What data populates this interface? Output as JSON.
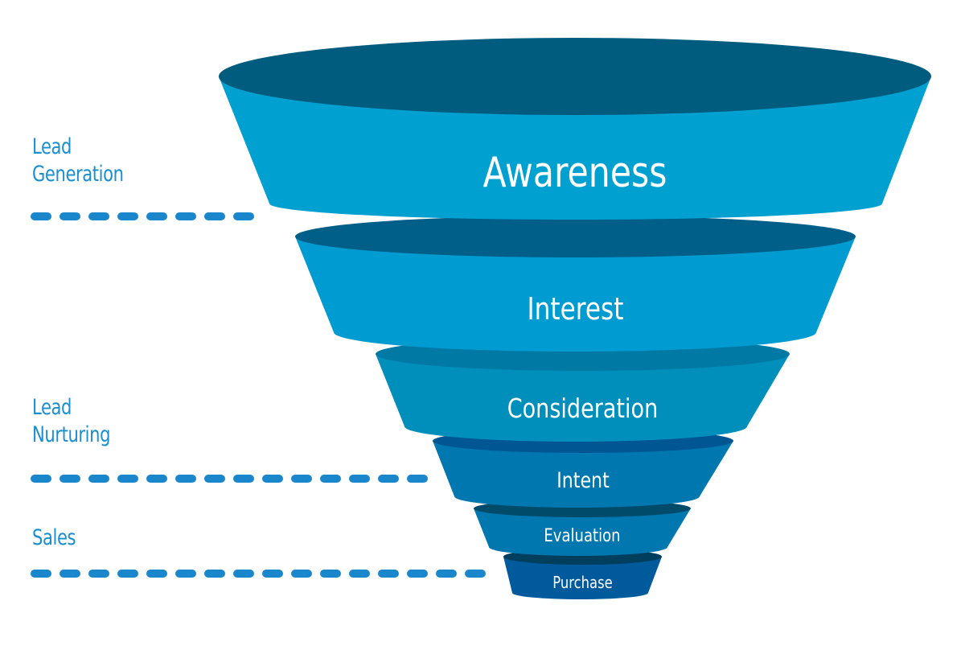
{
  "title": "Marketing Sales Funnel",
  "stages": [
    {
      "label": "Awareness",
      "body_color": "#00a0d1",
      "top_color": "#005c7e"
    },
    {
      "label": "Interest",
      "body_color": "#009bd0",
      "top_color": "#005f88"
    },
    {
      "label": "Consideration",
      "body_color": "#008fbb",
      "top_color": "#007aa5"
    },
    {
      "label": "Intent",
      "body_color": "#0077ae",
      "top_color": "#005693"
    },
    {
      "label": "Evaluation",
      "body_color": "#0077ae",
      "top_color": "#004a6a"
    },
    {
      "label": "Purchase",
      "body_color": "#005a9c",
      "top_color": "#003e5e"
    }
  ],
  "phases": [
    {
      "label": "Lead\nGeneration"
    },
    {
      "label": "Lead\nNurturing"
    },
    {
      "label": "Sales"
    }
  ],
  "colors": {
    "phase_text": "#1a8fd0",
    "divider": "#1a87cc",
    "stage_text": "#ffffff"
  }
}
